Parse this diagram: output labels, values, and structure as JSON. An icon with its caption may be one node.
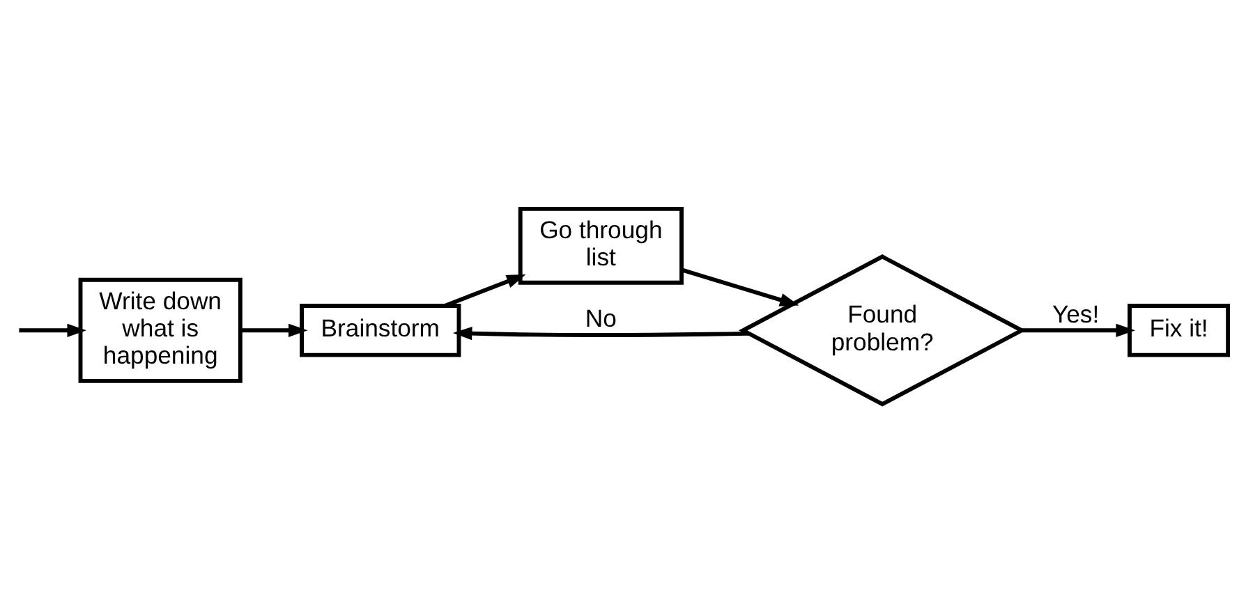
{
  "diagram": {
    "nodes": [
      {
        "text": [
          "Write down what is happening"
        ]
      },
      {
        "text": [
          "Brainstorm"
        ]
      },
      {
        "text": [
          "Go through list"
        ]
      },
      {
        "text": [
          "Found problem?"
        ]
      },
      {
        "text": [
          "Fix it!"
        ]
      }
    ],
    "edges": [
      {
        "from": null,
        "to": 0,
        "arrow": "to"
      },
      {
        "from": 0,
        "to": 1,
        "arrow": "to"
      },
      {
        "from": 1,
        "to": 2,
        "arrow": "to"
      },
      {
        "from": 2,
        "to": 3,
        "arrow": "to"
      },
      {
        "from": 3,
        "to": 1,
        "arrow": "to",
        "label": "No"
      },
      {
        "from": 3,
        "to": 4,
        "arrow": "to",
        "label": "Yes!"
      }
    ]
  }
}
